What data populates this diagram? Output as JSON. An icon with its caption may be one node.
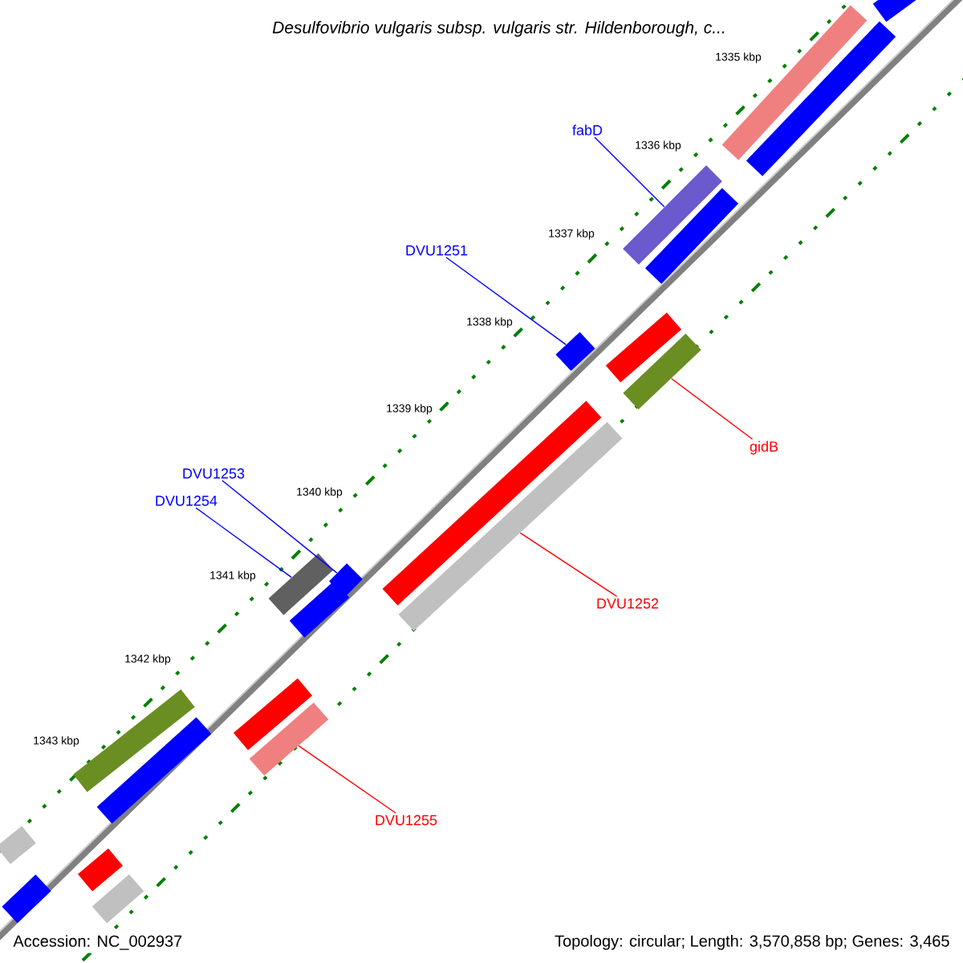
{
  "diagram": {
    "title": "Desulfovibrio vulgaris subsp. vulgaris str. Hildenborough, c...",
    "nodes": [
      {
        "text": [
          "fabD"
        ]
      },
      {
        "text": [
          "DVU1251"
        ]
      },
      {
        "text": [
          "DVU1253"
        ]
      },
      {
        "text": [
          "DVU1254"
        ]
      },
      {
        "text": [
          "gidB"
        ]
      },
      {
        "text": [
          "DVU1252"
        ]
      },
      {
        "text": [
          "DVU1255"
        ]
      },
      {
        "text": [],
        "shape": "bar"
      },
      {
        "text": [],
        "shape": "bar"
      },
      {
        "text": [],
        "shape": "bar"
      },
      {
        "text": [],
        "shape": "bar"
      },
      {
        "text": [],
        "shape": "bar"
      },
      {
        "text": [],
        "shape": "bar"
      },
      {
        "text": [],
        "shape": "bar"
      },
      {
        "text": [],
        "shape": "bar"
      },
      {
        "text": [],
        "shape": "bar"
      },
      {
        "text": [],
        "shape": "bar"
      },
      {
        "text": [],
        "shape": "bar"
      },
      {
        "text": [],
        "shape": "bar"
      },
      {
        "text": [],
        "shape": "bar"
      },
      {
        "text": [],
        "shape": "bar"
      },
      {
        "text": [],
        "shape": "bar"
      },
      {
        "text": [],
        "shape": "bar"
      },
      {
        "text": [],
        "shape": "bar"
      },
      {
        "text": [],
        "shape": "bar"
      },
      {
        "text": [],
        "shape": "bar"
      },
      {
        "text": [],
        "shape": "bar"
      },
      {
        "text": [],
        "shape": "bar"
      }
    ],
    "edges": [
      {
        "from": 0,
        "to": 7,
        "arrow": "none"
      },
      {
        "from": 1,
        "to": 8,
        "arrow": "none"
      },
      {
        "from": 2,
        "to": 9,
        "arrow": "none"
      },
      {
        "from": 3,
        "to": 10,
        "arrow": "none"
      },
      {
        "from": 4,
        "to": 11,
        "arrow": "none",
        "color": "#ff0000"
      },
      {
        "from": 5,
        "to": 12,
        "arrow": "none",
        "color": "#ff0000"
      },
      {
        "from": 6,
        "to": 13,
        "arrow": "none",
        "color": "#ff0000"
      }
    ],
    "labels": [
      "1335 kbp",
      "1336 kbp",
      "1337 kbp",
      "1338 kbp",
      "1339 kbp",
      "1340 kbp",
      "1341 kbp",
      "1342 kbp",
      "1343 kbp",
      "Accession: NC_002937",
      "Topology: circular; Length: 3,570,858 bp; Genes: 3,465"
    ]
  }
}
